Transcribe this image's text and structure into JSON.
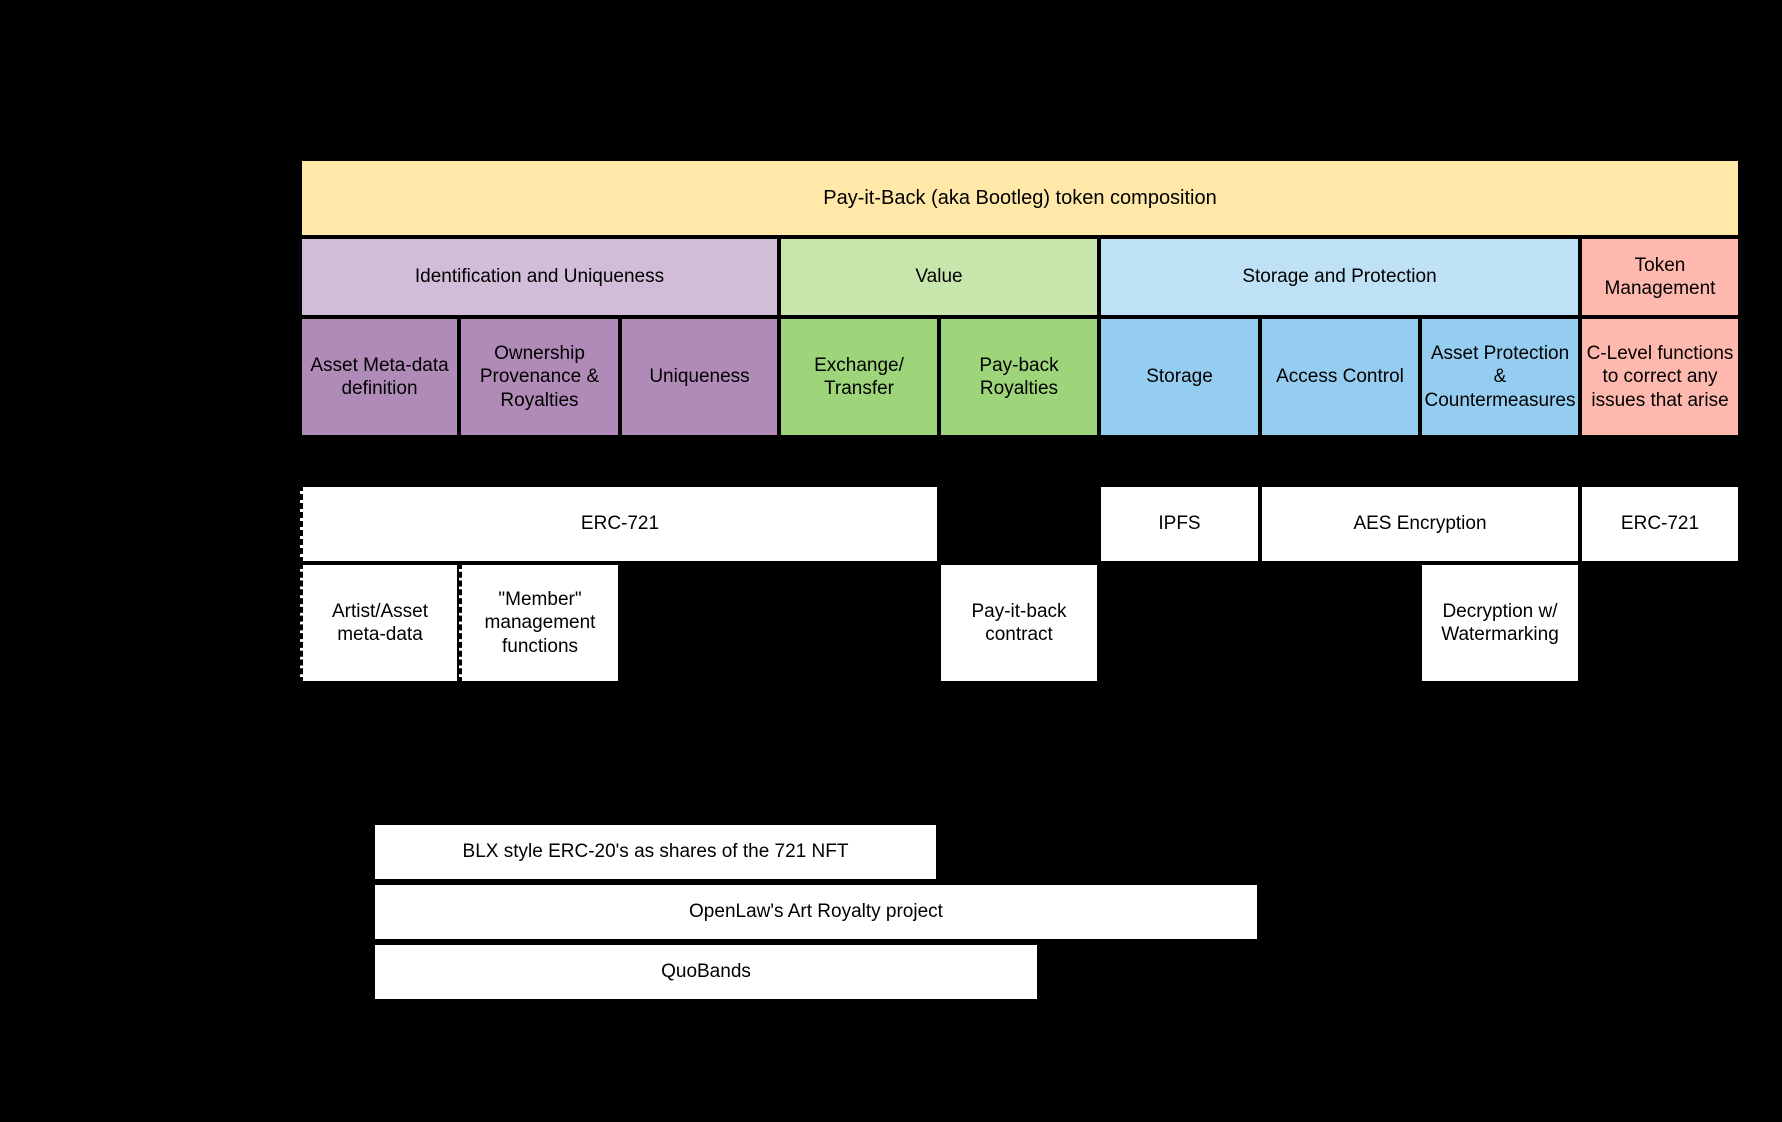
{
  "diagram": {
    "title": "Pay-it-Back (aka Bootleg) token composition",
    "background_color": "#000000",
    "colors": {
      "title_bar": "#ffe8a8",
      "category_identification": "#d2bdd9",
      "category_value": "#c7e6ab",
      "category_storage": "#bfe1f6",
      "category_token_management": "#ffb8ad",
      "item_identification": "#b18bb8",
      "item_value": "#9fd57a",
      "item_storage": "#95cdf0",
      "item_token_management": "#ffb8ad",
      "implementation_box": "#ffffff",
      "border": "#000000"
    },
    "categories": [
      {
        "label": "Identification and Uniqueness",
        "color": "#d2bdd9"
      },
      {
        "label": "Value",
        "color": "#c7e6ab"
      },
      {
        "label": "Storage and Protection",
        "color": "#bfe1f6"
      },
      {
        "label": "Token\nManagement",
        "color": "#ffb8ad"
      }
    ],
    "capabilities": [
      {
        "label": "Asset Meta-data\ndefinition",
        "color": "#b18bb8"
      },
      {
        "label": "Ownership\nProvenance &\nRoyalties",
        "color": "#b18bb8"
      },
      {
        "label": "Uniqueness",
        "color": "#b18bb8"
      },
      {
        "label": "Exchange/\nTransfer",
        "color": "#9fd57a"
      },
      {
        "label": "Pay-back\nRoyalties",
        "color": "#9fd57a"
      },
      {
        "label": "Storage",
        "color": "#95cdf0"
      },
      {
        "label": "Access Control",
        "color": "#95cdf0"
      },
      {
        "label": "Asset Protection &\nCountermeasures",
        "color": "#95cdf0"
      },
      {
        "label": "C-Level functions\nto correct any\nissues that arise",
        "color": "#ffb8ad"
      }
    ],
    "implementations_row1": [
      {
        "label": "ERC-721"
      },
      {
        "label": "IPFS"
      },
      {
        "label": "AES Encryption"
      },
      {
        "label": "ERC-721"
      }
    ],
    "implementations_row2": [
      {
        "label": "Artist/Asset\nmeta-data"
      },
      {
        "label": "\"Member\"\nmanagement\nfunctions"
      },
      {
        "label": "Pay-it-back\ncontract"
      },
      {
        "label": "Decryption w/\nWatermarking"
      }
    ],
    "references": [
      {
        "label": "BLX style ERC-20's as shares of the 721 NFT"
      },
      {
        "label": "OpenLaw's Art Royalty project"
      },
      {
        "label": "QuoBands"
      }
    ]
  }
}
